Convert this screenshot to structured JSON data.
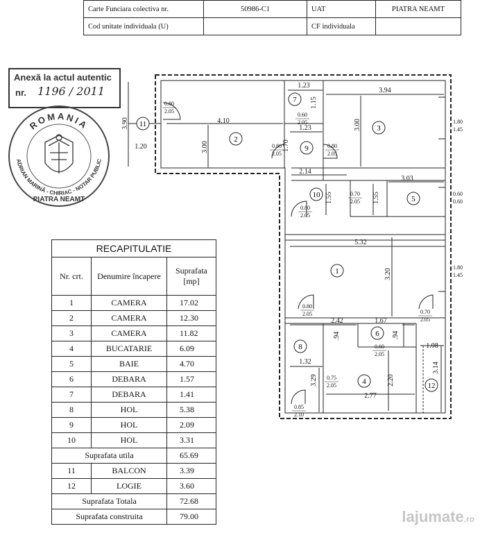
{
  "header": {
    "row1": {
      "label1": "Carte Funciara colectiva nr.",
      "value1": "50986-C1",
      "label2": "UAT",
      "value2": "PIATRA NEAMT"
    },
    "row2": {
      "label1": "Cod unitate individuala (U)",
      "value1": "",
      "label2": "CF individuala",
      "value2": ""
    }
  },
  "annex_stamp": {
    "line1": "Anexă la actul autentic",
    "line2_prefix": "nr.",
    "line2_handwritten": "1196 / 2011"
  },
  "notary_seal": {
    "outer_top": "ROMANIA",
    "outer_side": "ADRIAN MARINĂ - CHIRIAC - NOTAR PUBLIC",
    "outer_bottom": "PIATRA NEAMT"
  },
  "plan": {
    "dims": [
      "3.90",
      "1.20",
      "4.10",
      "3.00",
      "1.23",
      "1.15",
      "3.94",
      "3.00",
      "1.70",
      "1.23",
      "2.14",
      "1.55",
      "1.55",
      "3.03",
      "5.32",
      "3.20",
      "2.42",
      "1.67",
      ".94",
      ".94",
      "1.08",
      "1.32",
      "3.29",
      "2.20",
      "2.77",
      "3.14"
    ],
    "rooms": [
      "1",
      "2",
      "3",
      "4",
      "5",
      "6",
      "7",
      "8",
      "9",
      "10",
      "11",
      "12"
    ],
    "doors": [
      {
        "w": "0.80",
        "h": "2.05"
      },
      {
        "w": "0.80",
        "h": "2.05"
      },
      {
        "w": "0.80",
        "h": "2.05"
      },
      {
        "w": "0.60",
        "h": "2.05"
      },
      {
        "w": "0.70",
        "h": "2.05"
      },
      {
        "w": "0.80",
        "h": "2.05"
      },
      {
        "w": "0.80",
        "h": "2.05"
      },
      {
        "w": "0.70",
        "h": "2.05"
      },
      {
        "w": "0.60",
        "h": "2.05"
      },
      {
        "w": "0.75",
        "h": "2.05"
      },
      {
        "w": "0.85",
        "h": "2.10"
      }
    ],
    "windows": [
      {
        "w": "1.80",
        "h": "1.45"
      },
      {
        "w": "0.60",
        "h": "0.60"
      },
      {
        "w": "1.80",
        "h": "1.45"
      }
    ]
  },
  "recap": {
    "title": "RECAPITULATIE",
    "col_nr": "Nr. crt.",
    "col_name": "Denumire încapere",
    "col_area": "Suprafata [mp]",
    "rows": [
      {
        "nr": "1",
        "name": "CAMERA",
        "area": "17.02"
      },
      {
        "nr": "2",
        "name": "CAMERA",
        "area": "12.30"
      },
      {
        "nr": "3",
        "name": "CAMERA",
        "area": "11.82"
      },
      {
        "nr": "4",
        "name": "BUCATARIE",
        "area": "6.09"
      },
      {
        "nr": "5",
        "name": "BAIE",
        "area": "4.70"
      },
      {
        "nr": "6",
        "name": "DEBARA",
        "area": "1.57"
      },
      {
        "nr": "7",
        "name": "DEBARA",
        "area": "1.41"
      },
      {
        "nr": "8",
        "name": "HOL",
        "area": "5.38"
      },
      {
        "nr": "9",
        "name": "HOL",
        "area": "2.09"
      },
      {
        "nr": "10",
        "name": "HOL",
        "area": "3.31"
      }
    ],
    "useful_label": "Suprafata utila",
    "useful_value": "65.69",
    "extra_rows": [
      {
        "nr": "11",
        "name": "BALCON",
        "area": "3.39"
      },
      {
        "nr": "12",
        "name": "LOGIE",
        "area": "3.60"
      }
    ],
    "total_label": "Suprafata Totala",
    "total_value": "72.68",
    "built_label": "Suprafata construita",
    "built_value": "79.00"
  },
  "watermark": {
    "text": "lajumate",
    "suffix": ".ro"
  }
}
